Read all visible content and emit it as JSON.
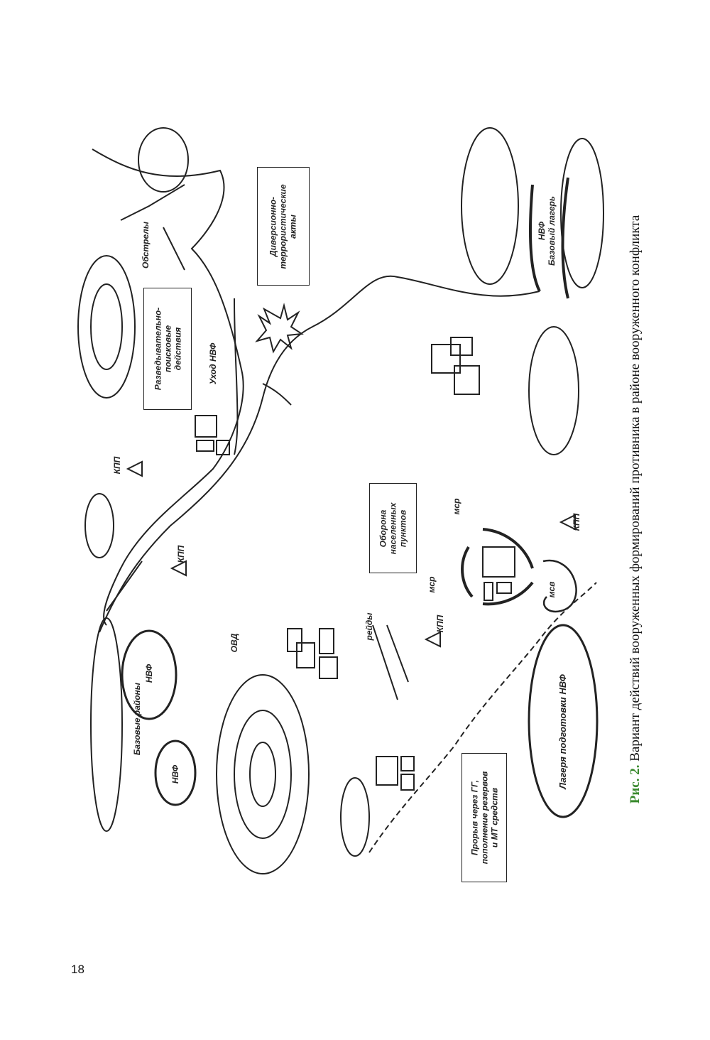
{
  "page_number": "18",
  "caption": {
    "figure_label": "Рис. 2.",
    "text": "Вариант действий вооруженных формирований противника в районе вооруженного конфликта"
  },
  "map": {
    "labels": {
      "base_areas": "Базовые районы",
      "nvf_1": "НВФ",
      "nvf_2": "НВФ",
      "ovd": "ОВД",
      "kpp_1": "КПП",
      "kpp_2": "КПП",
      "kpp_3": "КПП",
      "kpp_4": "КПП",
      "raids": "рейды",
      "msr_1": "мср",
      "msr_2": "мср",
      "msv": "мсв",
      "nvf_withdrawal": "Уход НВФ",
      "shelling": "Обстрелы",
      "training_camps": "Лагеря подготовки НВФ",
      "base_camp_line1": "НВФ",
      "base_camp_line2": "Базовый лагерь"
    },
    "callouts": {
      "breakthrough": [
        "Прорыв через ГГ,",
        "пополнение резервов",
        "и МТ средств"
      ],
      "defense": [
        "Оборона",
        "населенных",
        "пунктов"
      ],
      "recon": [
        "Разведывательно-",
        "поисковые",
        "действия"
      ],
      "sabotage": [
        "Диверсионно-",
        "террористические",
        "акты"
      ]
    }
  }
}
